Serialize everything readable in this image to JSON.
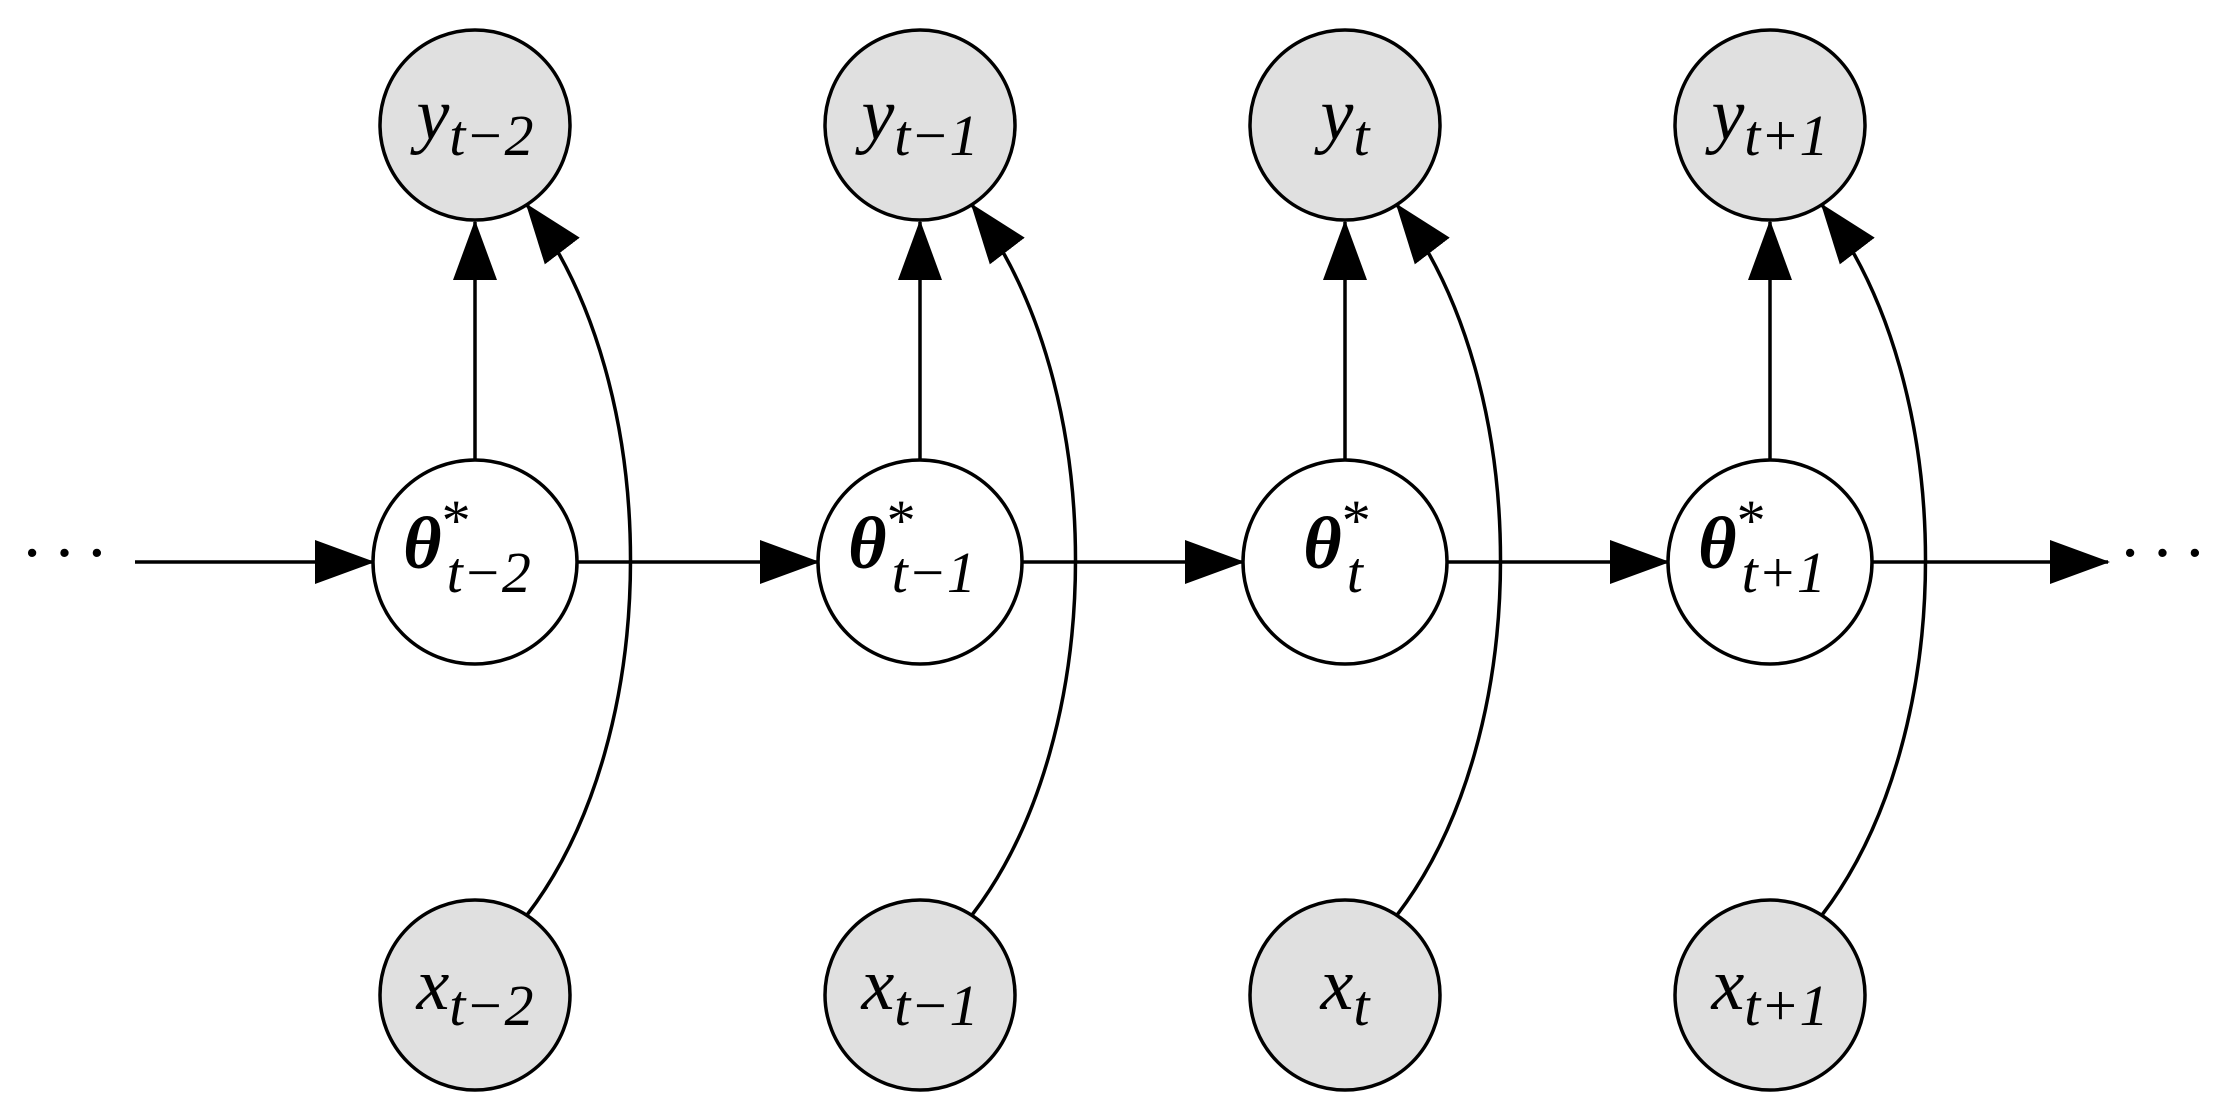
{
  "colors": {
    "observed_fill": "#e0e0e0",
    "latent_fill": "#ffffff",
    "stroke": "#000000"
  },
  "ellipsis": {
    "left": "···",
    "right": "···"
  },
  "columns": [
    {
      "y": {
        "base": "y",
        "sub": "t−2"
      },
      "theta": {
        "base": "θ",
        "sup": "*",
        "sub": "t−2"
      },
      "x": {
        "base": "x",
        "sub": "t−2"
      }
    },
    {
      "y": {
        "base": "y",
        "sub": "t−1"
      },
      "theta": {
        "base": "θ",
        "sup": "*",
        "sub": "t−1"
      },
      "x": {
        "base": "x",
        "sub": "t−1"
      }
    },
    {
      "y": {
        "base": "y",
        "sub": "t"
      },
      "theta": {
        "base": "θ",
        "sup": "*",
        "sub": "t"
      },
      "x": {
        "base": "x",
        "sub": "t"
      }
    },
    {
      "y": {
        "base": "y",
        "sub": "t+1"
      },
      "theta": {
        "base": "θ",
        "sup": "*",
        "sub": "t+1"
      },
      "x": {
        "base": "x",
        "sub": "t+1"
      }
    }
  ]
}
